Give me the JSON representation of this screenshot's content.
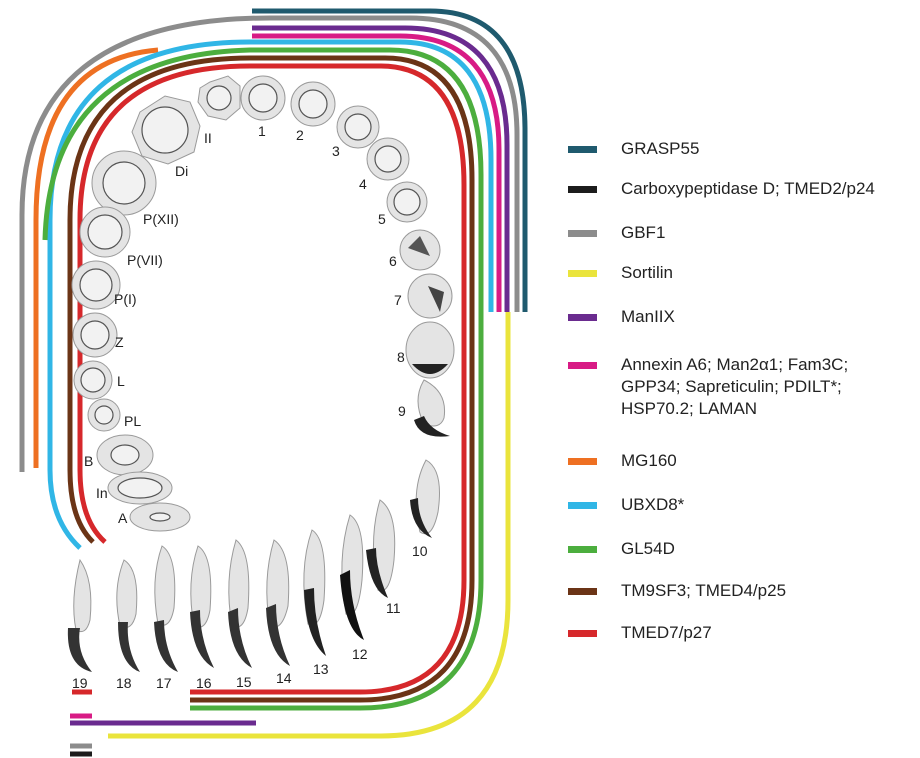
{
  "colors": {
    "GRASP55": "#1f5a6e",
    "Carboxypeptidase": "#1c1c1c",
    "GBF1": "#8c8c8c",
    "Sortilin": "#eae43c",
    "ManIIX": "#6a2b8f",
    "Annexin": "#d81b85",
    "MG160": "#ee7022",
    "UBXD8": "#30b6e6",
    "GL54D": "#4cae3e",
    "TM9SF3": "#6b3416",
    "TMED7": "#d6282b",
    "cell_fill": "#e4e4e4",
    "cell_stroke": "#9a9a9a"
  },
  "legend": [
    {
      "key": "GRASP55",
      "label": "GRASP55"
    },
    {
      "key": "Carboxypeptidase",
      "label": "Carboxypeptidase D; TMED2/p24"
    },
    {
      "key": "GBF1",
      "label": "GBF1"
    },
    {
      "key": "Sortilin",
      "label": "Sortilin"
    },
    {
      "key": "ManIIX",
      "label": "ManIIX"
    },
    {
      "key": "Annexin",
      "label": "Annexin A6; Man2α1; Fam3C;\nGPP34; Sapreticulin; PDILT*;\nHSP70.2; LAMAN"
    },
    {
      "key": "MG160",
      "label": "MG160"
    },
    {
      "key": "UBXD8",
      "label": "UBXD8*"
    },
    {
      "key": "GL54D",
      "label": "GL54D"
    },
    {
      "key": "TM9SF3",
      "label": "TM9SF3; TMED4/p25"
    },
    {
      "key": "TMED7",
      "label": "TMED7/p27"
    }
  ],
  "stage_labels": {
    "II": "II",
    "Di": "Di",
    "Pxii": "P(XII)",
    "Pvii": "P(VII)",
    "Pi": "P(I)",
    "Z": "Z",
    "L": "L",
    "PL": "PL",
    "B": "B",
    "In": "In",
    "A": "A",
    "s1": "1",
    "s2": "2",
    "s3": "3",
    "s4": "4",
    "s5": "5",
    "s6": "6",
    "s7": "7",
    "s8": "8",
    "s9": "9",
    "s10": "10",
    "s11": "11",
    "s12": "12",
    "s13": "13",
    "s14": "14",
    "s15": "15",
    "s16": "16",
    "s17": "17",
    "s18": "18",
    "s19": "19"
  }
}
